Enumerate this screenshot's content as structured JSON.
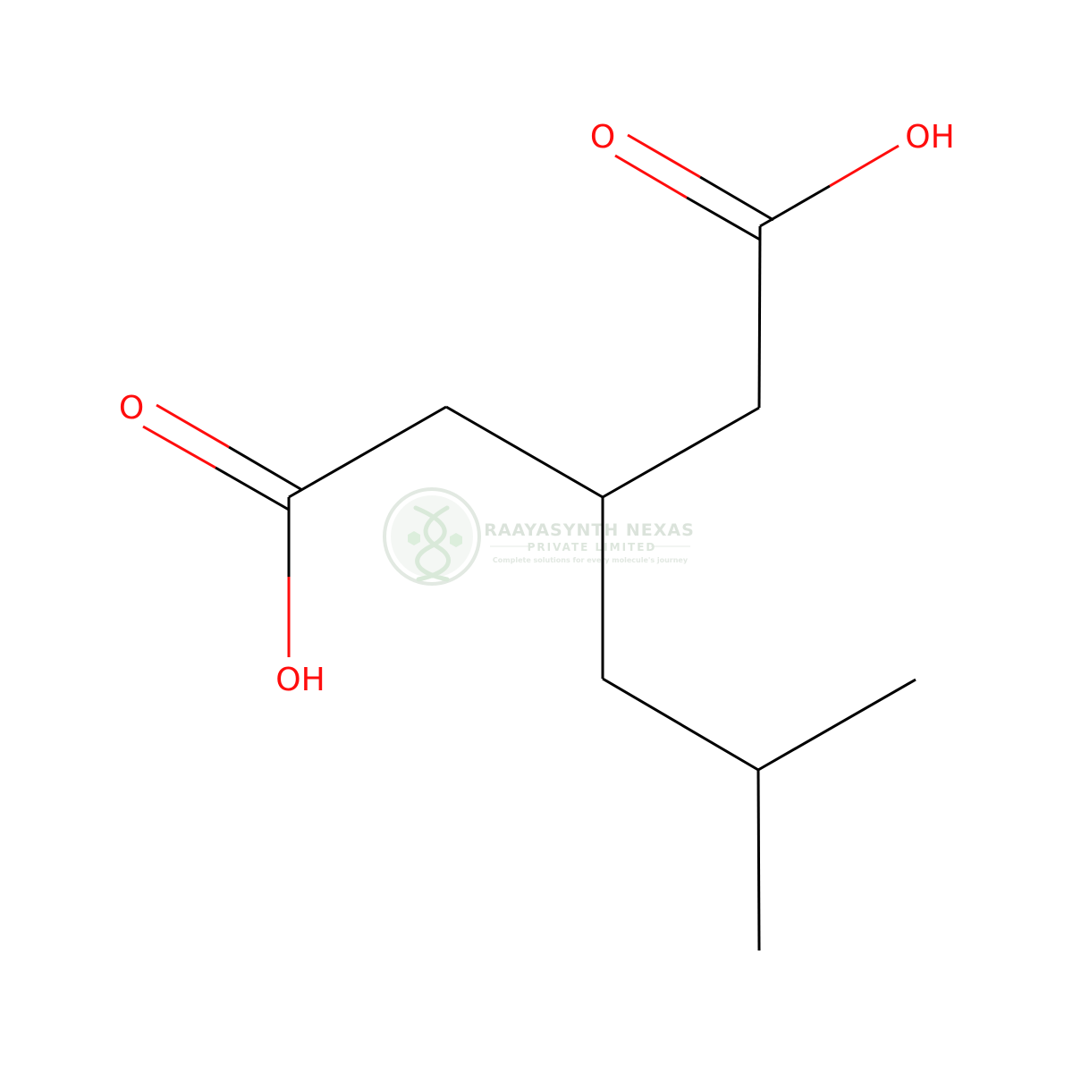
{
  "colors": {
    "bond": "#000000",
    "oxygen": "#ff0d0d",
    "watermark": "#c9d8c9"
  },
  "atoms": {
    "o_top": "O",
    "oh_top": "OH",
    "o_left": "O",
    "oh_left": "OH"
  },
  "watermark": {
    "company": "RAAYASYNTH NEXAS",
    "subtitle": "PRIVATE LIMITED",
    "tagline": "Complete solutions for every molecule's journey"
  }
}
